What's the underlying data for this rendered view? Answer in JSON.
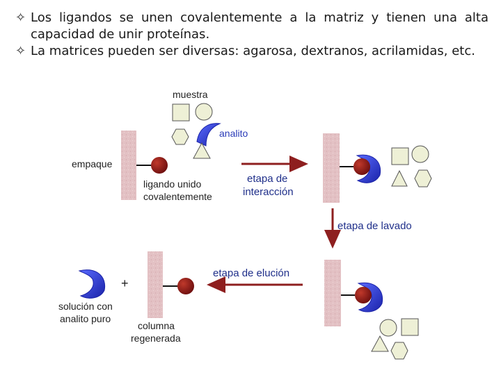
{
  "bullets": [
    {
      "mark": "✧",
      "text": "Los ligandos se unen covalentemente a la matriz y tienen una alta capacidad de unir proteínas."
    },
    {
      "mark": "✧",
      "text": "La matrices pueden ser diversas: agarosa, dextranos, acrilamidas, etc."
    }
  ],
  "diagram": {
    "muestra": "muestra",
    "analito": "analito",
    "empaque": "empaque",
    "ligando_1": "ligando unido",
    "ligando_2": "covalentemente",
    "interaccion_1": "etapa de",
    "interaccion_2": "interacción",
    "lavado": "etapa de lavado",
    "elucion": "etapa de elución",
    "plus": "+",
    "solucion_1": "solución con",
    "solucion_2": "analito puro",
    "columna_1": "columna",
    "columna_2": "regenerada"
  },
  "colors": {
    "matrix": "#e3c1c4",
    "ligand": "#8e1b1b",
    "analyte": "#2f3fe0",
    "arrow": "#8e1f1f",
    "shape_fill": "#eef0d6",
    "step_text": "#1f2f8a"
  }
}
